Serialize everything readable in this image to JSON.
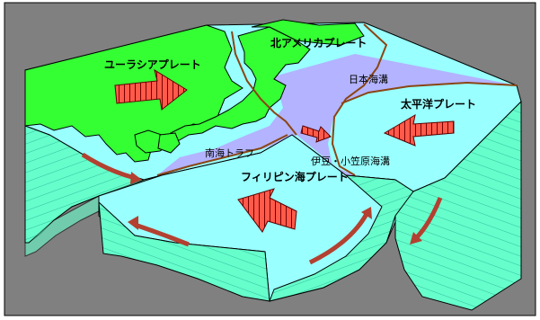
{
  "labels": {
    "eurasian_plate": "ユーラシアプレート",
    "north_american_plate": "北アメリカプレート",
    "pacific_plate": "太平洋プレート",
    "philippine_sea_plate": "フィリピン海プレート",
    "japan_trench": "日本海溝",
    "nankai_trough": "南海トラフ",
    "izu_ogasawara_trench": "伊豆・小笠原海溝"
  },
  "colors": {
    "background": "#808080",
    "ocean": "#99ffff",
    "land": "#33ff33",
    "trench_zone": "#b3b3ff",
    "block_side": "#66ffcc",
    "arrow": "#b34030",
    "border": "#8b4513"
  }
}
